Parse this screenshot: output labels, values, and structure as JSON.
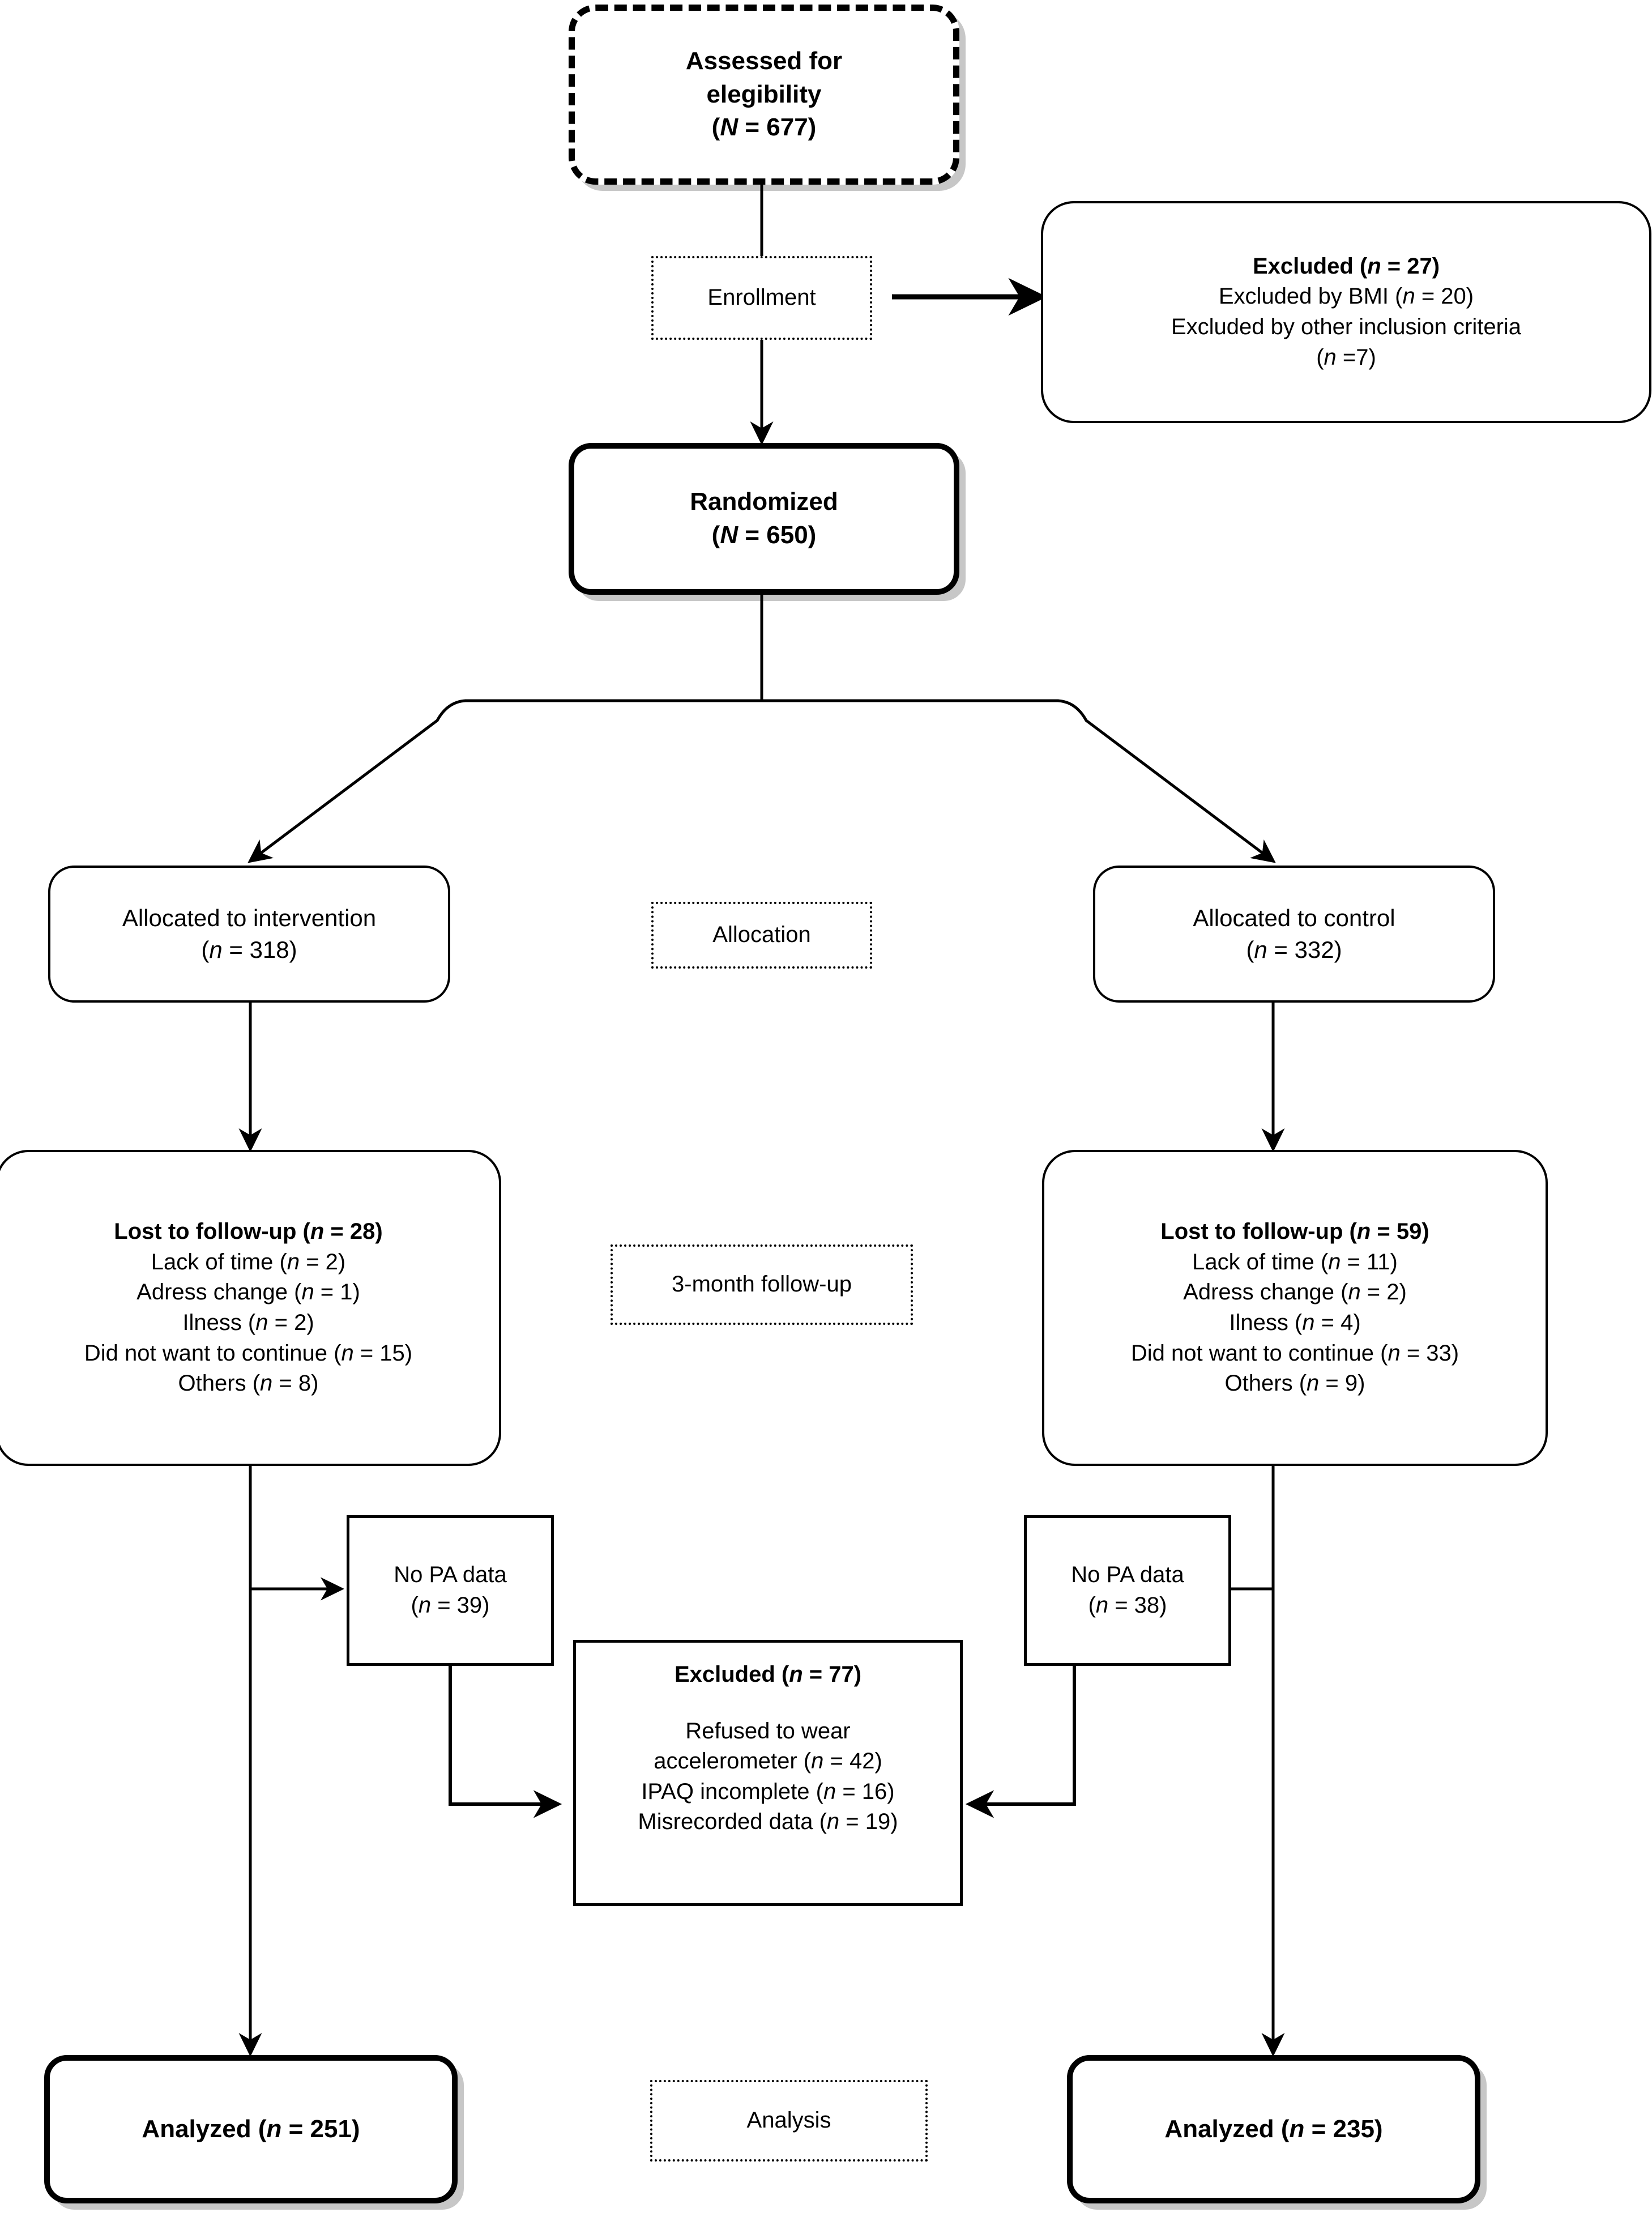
{
  "diagram": {
    "title": "CONSORT participant flow diagram",
    "stage_labels": {
      "enrollment": "Enrollment",
      "allocation": "Allocation",
      "followup": "3-month follow-up",
      "analysis": "Analysis"
    },
    "assessed": {
      "line1": "Assessed for",
      "line2": "elegibility",
      "line3_prefix": "(",
      "line3_var": "N",
      "line3_suffix": " = 677)"
    },
    "excluded_top": {
      "heading_prefix": "Excluded (",
      "heading_var": "n",
      "heading_suffix": " = 27)",
      "rows": [
        {
          "text": "Excluded by BMI (",
          "var": "n",
          "tail": " = 20)"
        },
        {
          "text": "Excluded by other inclusion criteria",
          "var": "",
          "tail": ""
        },
        {
          "text": "(",
          "var": "n",
          "tail": " =7)"
        }
      ]
    },
    "randomized": {
      "line1": "Randomized",
      "line2_prefix": "(",
      "line2_var": "N",
      "line2_suffix": " = 650)"
    },
    "allocation_left": {
      "line1": "Allocated to intervention",
      "line2_prefix": "(",
      "line2_var": "n",
      "line2_suffix": " = 318)"
    },
    "allocation_right": {
      "line1": "Allocated to control",
      "line2_prefix": "(",
      "line2_var": "n",
      "line2_suffix": " = 332)"
    },
    "followup_left": {
      "heading_prefix": "Lost to follow-up (",
      "heading_var": "n",
      "heading_suffix": " = 28)",
      "rows": [
        {
          "text": "Lack of time (",
          "var": "n",
          "tail": " = 2)"
        },
        {
          "text": "Adress change (",
          "var": "n",
          "tail": " = 1)"
        },
        {
          "text": "Ilness (",
          "var": "n",
          "tail": " = 2)"
        },
        {
          "text": "Did not want to continue (",
          "var": "n",
          "tail": " = 15)"
        },
        {
          "text": "Others (",
          "var": "n",
          "tail": " = 8)"
        }
      ]
    },
    "followup_right": {
      "heading_prefix": "Lost to follow-up (",
      "heading_var": "n",
      "heading_suffix": " = 59)",
      "rows": [
        {
          "text": "Lack of time (",
          "var": "n",
          "tail": " = 11)"
        },
        {
          "text": "Adress change (",
          "var": "n",
          "tail": " = 2)"
        },
        {
          "text": "Ilness (",
          "var": "n",
          "tail": " = 4)"
        },
        {
          "text": "Did not want to continue (",
          "var": "n",
          "tail": " = 33)"
        },
        {
          "text": "Others (",
          "var": "n",
          "tail": " = 9)"
        }
      ]
    },
    "no_pa_left": {
      "line1": "No PA data",
      "line2_prefix": "(",
      "line2_var": "n",
      "line2_suffix": " = 39)"
    },
    "no_pa_right": {
      "line1": "No PA data",
      "line2_prefix": "(",
      "line2_var": "n",
      "line2_suffix": " = 38)"
    },
    "excluded_mid": {
      "heading_prefix": "Excluded (",
      "heading_var": "n",
      "heading_suffix": " = 77)",
      "rows": [
        {
          "text": "Refused to wear",
          "var": "",
          "tail": ""
        },
        {
          "text": "accelerometer (",
          "var": "n",
          "tail": " = 42)"
        },
        {
          "text": "IPAQ incomplete (",
          "var": "n",
          "tail": " = 16)"
        },
        {
          "text": "Misrecorded data (",
          "var": "n",
          "tail": " = 19)"
        }
      ]
    },
    "analyzed_left": {
      "prefix": "Analyzed (",
      "var": "n",
      "suffix": " = 251)"
    },
    "analyzed_right": {
      "prefix": "Analyzed (",
      "var": "n",
      "suffix": " = 235)"
    },
    "colors": {
      "ink": "#000000",
      "paper": "#ffffff",
      "shadow": "rgba(0,0,0,0.22)"
    }
  }
}
